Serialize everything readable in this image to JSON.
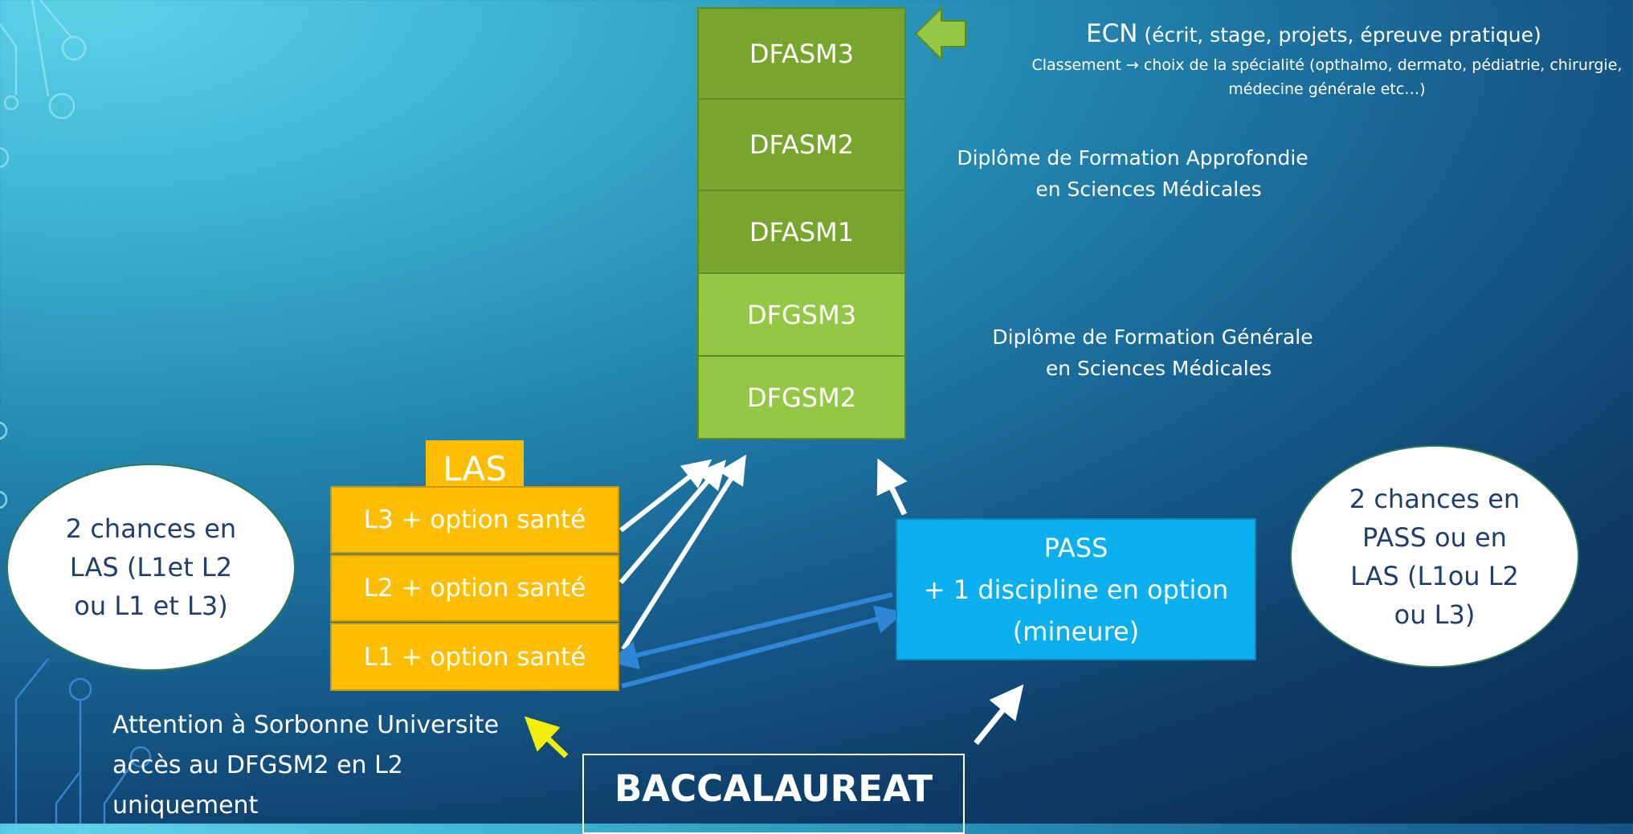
{
  "ecn": {
    "title": "ECN",
    "subtitle": " (écrit, stage, projets, épreuve pratique)",
    "line1": "Classement → choix de la spécialité (opthalmo, dermato, pédiatrie, chirurgie,",
    "line2": "médecine générale etc…)"
  },
  "dfasm_desc": {
    "line1": "Diplôme de Formation Approfondie",
    "line2": "en Sciences Médicales"
  },
  "dfgsm_desc": {
    "line1": "Diplôme de Formation Générale",
    "line2": "en Sciences Médicales"
  },
  "stack": [
    "DFASM3",
    "DFASM2",
    "DFASM1",
    "DFGSM3",
    "DFGSM2"
  ],
  "las": {
    "title": "LAS",
    "l3": "L3 + option santé",
    "l2": "L2 + option santé",
    "l1": "L1 + option santé"
  },
  "pass": {
    "line1": "PASS",
    "line2": "+ 1 discipline en option",
    "line3": "(mineure)"
  },
  "bac": "BACCALAUREAT",
  "left_oval": {
    "line1": "2 chances en",
    "line2": "LAS (L1et L2",
    "line3": "ou L1 et L3)"
  },
  "right_oval": {
    "line1": "2 chances en",
    "line2": "PASS ou en",
    "line3": "LAS (L1ou L2",
    "line4": "ou L3)"
  },
  "note": {
    "line1": "Attention à Sorbonne Universite",
    "line2": "accès au DFGSM2 en L2",
    "line3": "uniquement"
  },
  "colors": {
    "dark_green": "#78a52d",
    "light_green": "#93c744",
    "las_yellow": "#fdbd00",
    "pass_blue": "#0ab0ee",
    "arrow_blue": "#2f86d6",
    "highlight_yellow": "#f2ee0a"
  }
}
